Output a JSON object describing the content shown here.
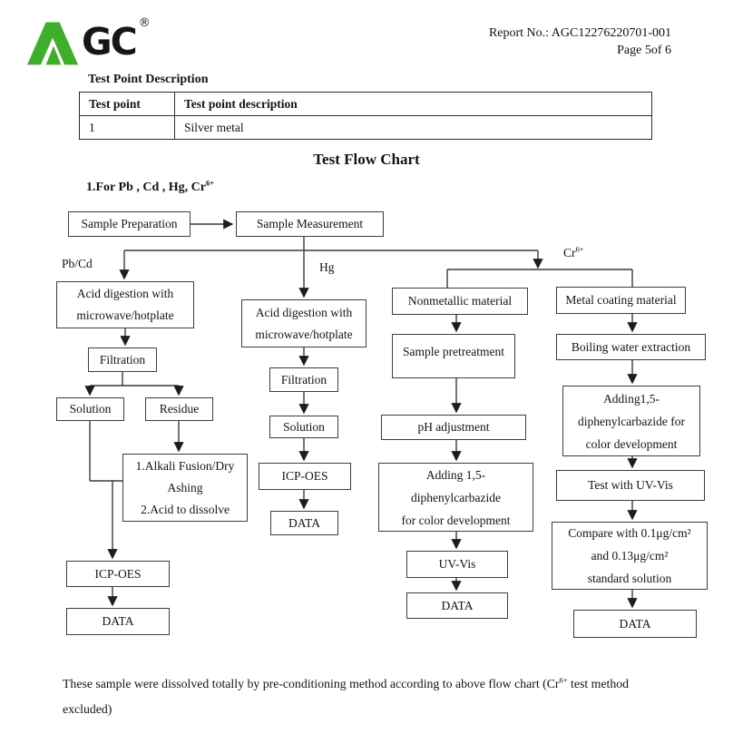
{
  "header": {
    "logo": {
      "letters": "GC",
      "registered": "®",
      "brand_green": "#3FAE2C"
    },
    "report_no": "Report No.: AGC12276220701-001",
    "page_label": "Page 5of 6"
  },
  "test_point_section": {
    "title": "Test Point Description",
    "table": {
      "columns": [
        "Test point",
        "Test point description"
      ],
      "rows": [
        [
          "1",
          "Silver metal"
        ]
      ]
    }
  },
  "flow": {
    "title": "Test Flow Chart",
    "subtitle_text": "1.For Pb , Cd , Hg, Cr",
    "subtitle_sup": "6+",
    "labels": {
      "pbcd": "Pb/Cd",
      "hg": "Hg",
      "cr_text": "Cr",
      "cr_sup": "6+"
    },
    "boxes": {
      "sample_preparation": {
        "lines": [
          "Sample Preparation"
        ]
      },
      "sample_measurement": {
        "lines": [
          "Sample Measurement"
        ]
      },
      "acid_pbcd": {
        "lines": [
          "Acid digestion with",
          "microwave/hotplate"
        ]
      },
      "filtration_pbcd": {
        "lines": [
          "Filtration"
        ]
      },
      "solution_pbcd": {
        "lines": [
          "Solution"
        ]
      },
      "residue": {
        "lines": [
          "Residue"
        ]
      },
      "alkali": {
        "lines": [
          "1.Alkali Fusion/Dry",
          "Ashing",
          "2.Acid to dissolve"
        ]
      },
      "icp_pbcd": {
        "lines": [
          "ICP-OES"
        ]
      },
      "data_pbcd": {
        "lines": [
          "DATA"
        ]
      },
      "acid_hg": {
        "lines": [
          "Acid digestion with",
          "microwave/hotplate"
        ]
      },
      "filtration_hg": {
        "lines": [
          "Filtration"
        ]
      },
      "solution_hg": {
        "lines": [
          "Solution"
        ]
      },
      "icp_hg": {
        "lines": [
          "ICP-OES"
        ]
      },
      "data_hg": {
        "lines": [
          "DATA"
        ]
      },
      "nonmetallic": {
        "lines": [
          "Nonmetallic material"
        ]
      },
      "pretreatment": {
        "lines": [
          "Sample pretreatment"
        ]
      },
      "ph": {
        "lines": [
          "pH adjustment"
        ]
      },
      "adding_nm": {
        "lines": [
          "Adding 1,5-",
          "diphenylcarbazide",
          "for color development"
        ]
      },
      "uvvis": {
        "lines": [
          "UV-Vis"
        ]
      },
      "data_nm": {
        "lines": [
          "DATA"
        ]
      },
      "metal_coating": {
        "lines": [
          "Metal coating material"
        ]
      },
      "boiling": {
        "lines": [
          "Boiling water extraction"
        ]
      },
      "adding_m": {
        "lines": [
          "Adding1,5-",
          "diphenylcarbazide for",
          "color development"
        ]
      },
      "test_uvvis": {
        "lines": [
          "Test with UV-Vis"
        ]
      },
      "compare": {
        "lines": [
          "Compare with 0.1μg/cm²",
          "and 0.13μg/cm²",
          "standard solution"
        ]
      },
      "data_m": {
        "lines": [
          "DATA"
        ]
      }
    }
  },
  "footnote": {
    "line1_pre": "These sample were dissolved totally by pre-conditioning method according to above flow chart (Cr",
    "line1_sup": "6+",
    "line1_post": " test method",
    "line2": "excluded)"
  }
}
